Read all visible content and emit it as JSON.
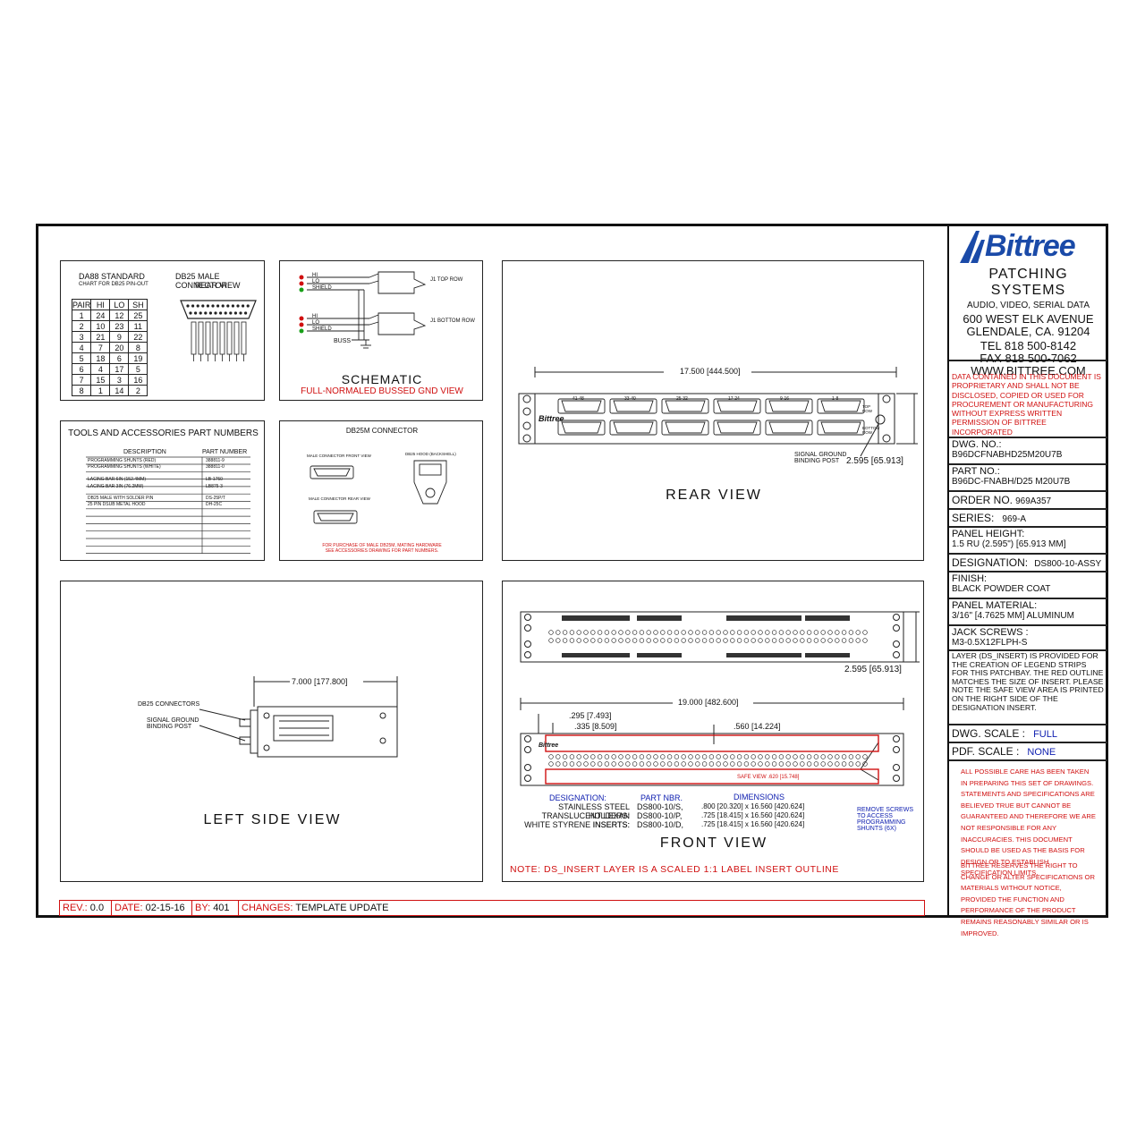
{
  "company": {
    "logo_text": "Bittree",
    "tagline": "PATCHING SYSTEMS",
    "subtag": "AUDIO, VIDEO, SERIAL DATA",
    "address1": "600 WEST ELK AVENUE",
    "address2": "GLENDALE, CA. 91204",
    "tel": "TEL 818 500-8142",
    "fax": "FAX 818 500-7062",
    "web": "WWW.BITTREE.COM",
    "proprietary": "DATA CONTAINED IN THIS DOCUMENT IS PROPRIETARY AND SHALL NOT BE DISCLOSED, COPIED OR USED FOR PROCUREMENT OR MANUFACTURING WITHOUT EXPRESS WRITTEN PERMISSION OF BITTREE INCORPORATED"
  },
  "titleblock": {
    "dwg_label": "DWG. NO.:",
    "dwg_value": "B96DCFNABHD25M20U7B",
    "part_label": "PART NO.:",
    "part_value": "B96DC-FNABH/D25 M20U7B",
    "order_label": "ORDER NO.",
    "order_value": "969A357",
    "series_label": "SERIES:",
    "series_value": "969-A",
    "height_label": "PANEL HEIGHT:",
    "height_value": "1.5 RU (2.595\") [65.913 MM]",
    "designation_label": "DESIGNATION:",
    "designation_value": "DS800-10-ASSY",
    "finish_label": "FINISH:",
    "finish_value": "BLACK POWDER COAT",
    "material_label": "PANEL MATERIAL:",
    "material_value": "3/16\" [4.7625 MM] ALUMINUM",
    "screws_label": "JACK SCREWS :",
    "screws_value": "M3-0.5X12FLPH-S",
    "layer_note": "LAYER (DS_INSERT) IS PROVIDED FOR THE CREATION OF LEGEND STRIPS FOR THIS PATCHBAY. THE RED OUTLINE MATCHES THE SIZE OF INSERT. PLEASE NOTE THE SAFE VIEW AREA IS PRINTED ON THE RIGHT SIDE OF THE DESIGNATION INSERT.",
    "dwg_scale_label": "DWG. SCALE :",
    "dwg_scale_value": "FULL",
    "pdf_scale_label": "PDF. SCALE :",
    "pdf_scale_value": "NONE",
    "disclaimer1": "ALL POSSIBLE CARE HAS BEEN TAKEN IN PREPARING THIS SET OF DRAWINGS. STATEMENTS AND SPECIFICATIONS ARE BELIEVED TRUE BUT CANNOT BE GUARANTEED AND THEREFORE WE ARE NOT RESPONSIBLE FOR ANY INACCURACIES. THIS DOCUMENT SHOULD BE USED AS THE BASIS FOR DESIGN OR TO ESTABLISH SPECIFICATION LIMITS.",
    "disclaimer2": "BITTREE RESERVES THE RIGHT TO CHANGE OR ALTER SPECIFICATIONS OR MATERIALS WITHOUT NOTICE, PROVIDED THE FUNCTION AND PERFORMANCE OF THE PRODUCT REMAINS REASONABLY SIMILAR OR IS IMPROVED."
  },
  "revision": {
    "rev_label": "REV.:",
    "rev_value": "0.0",
    "date_label": "DATE:",
    "date_value": "02-15-16",
    "by_label": "BY:",
    "by_value": "401",
    "changes_label": "CHANGES:",
    "changes_value": "TEMPLATE UPDATE"
  },
  "pinout": {
    "title": "DA88 STANDARD",
    "subtitle": "CHART FOR DB25 PIN-OUT",
    "headers": [
      "PAIR",
      "HI",
      "LO",
      "SH"
    ],
    "rows": [
      [
        "1",
        "24",
        "12",
        "25"
      ],
      [
        "2",
        "10",
        "23",
        "11"
      ],
      [
        "3",
        "21",
        "9",
        "22"
      ],
      [
        "4",
        "7",
        "20",
        "8"
      ],
      [
        "5",
        "18",
        "6",
        "19"
      ],
      [
        "6",
        "4",
        "17",
        "5"
      ],
      [
        "7",
        "15",
        "3",
        "16"
      ],
      [
        "8",
        "1",
        "14",
        "2"
      ]
    ],
    "connector_title": "DB25 MALE CONNECTOR",
    "connector_sub": "REAR VIEW"
  },
  "schematic": {
    "hi": "HI",
    "lo": "LO",
    "shield": "SHIELD",
    "top_row": "J1 TOP ROW",
    "bottom_row": "J1 BOTTOM ROW",
    "buss": "BUSS",
    "title": "SCHEMATIC",
    "subtitle": "FULL-NORMALED BUSSED GND VIEW"
  },
  "tools": {
    "title": "TOOLS AND ACCESSORIES PART NUMBERS",
    "col_desc": "DESCRIPTION",
    "col_part": "PART NUMBER",
    "rows": [
      [
        "PROGRAMMING SHUNTS (RED)",
        "388811-9"
      ],
      [
        "PROGRAMMING SHUNTS (WHITE)",
        "388811-0"
      ],
      [
        "LACING BAR 6IN (152.4MM)",
        "LB-1750"
      ],
      [
        "LACING BAR 3IN (76.2MM)",
        "LB875-3"
      ],
      [
        "DB25 MALE WITH SOLDER PIN",
        "DS-25P/T"
      ],
      [
        "25 PIN DSUB METAL HOOD",
        "DH-25C"
      ]
    ]
  },
  "db25m": {
    "title": "DB25M CONNECTOR",
    "front": "MALE CONNECTOR FRONT VIEW",
    "hood": "DB25 HOOD (BACKSHELL)",
    "rear": "MALE CONNECTOR REAR VIEW",
    "note1": "FOR PURCHASE OF MALE DB25M, MATING HARDWARE",
    "note2": "SEE ACCESSORIES DRAWING FOR PART NUMBERS."
  },
  "rear_view": {
    "width_dim": "17.500 [444.500]",
    "groups": [
      "41-48",
      "33-40",
      "25-32",
      "17-24",
      "9-16",
      "1-8"
    ],
    "top_row": "TOP ROW",
    "bottom_row": "BOTTOM ROW",
    "signal_ground": "SIGNAL GROUND",
    "binding_post": "BINDING POST",
    "height_dim": "2.595 [65.913]",
    "title": "REAR VIEW",
    "brand": "Bittree"
  },
  "side_view": {
    "width_dim": "7.000 [177.800]",
    "db25": "DB25 CONNECTORS",
    "signal_ground": "SIGNAL GROUND",
    "binding_post": "BINDING POST",
    "title": "LEFT SIDE VIEW"
  },
  "front_view": {
    "height_dim": "2.595 [65.913]",
    "width_dim": "19.000 [482.600]",
    "dim_a": ".295 [7.493]",
    "dim_b": ".335 [8.509]",
    "dim_c": ".560 [14.224]",
    "safe_view": "SAFE VIEW .620 [15.748]",
    "col_designation": "DESIGNATION:",
    "col_part": "PART NBR.",
    "col_dims": "DIMENSIONS",
    "inserts": [
      [
        "STAINLESS STEEL HOLDERS:",
        "DS800-10/S,",
        ".800 [20.320] x 16.560 [420.624]"
      ],
      [
        "TRANSLUCENT LEXAN INSERTS:",
        "DS800-10/P,",
        ".725 [18.415] x 16.560 [420.624]"
      ],
      [
        "WHITE STYRENE INSERTS:",
        "DS800-10/D,",
        ".725 [18.415] x 16.560 [420.624]"
      ]
    ],
    "remove_note": "REMOVE SCREWS TO ACCESS PROGRAMMING SHUNTS (6X)",
    "title": "FRONT VIEW",
    "note": "NOTE: DS_INSERT LAYER IS A SCALED 1:1 LABEL INSERT OUTLINE",
    "brand": "Bittree"
  },
  "colors": {
    "accent_red": "#d01010",
    "accent_blue": "#1020b0",
    "logo_blue": "#1a4aa8"
  }
}
